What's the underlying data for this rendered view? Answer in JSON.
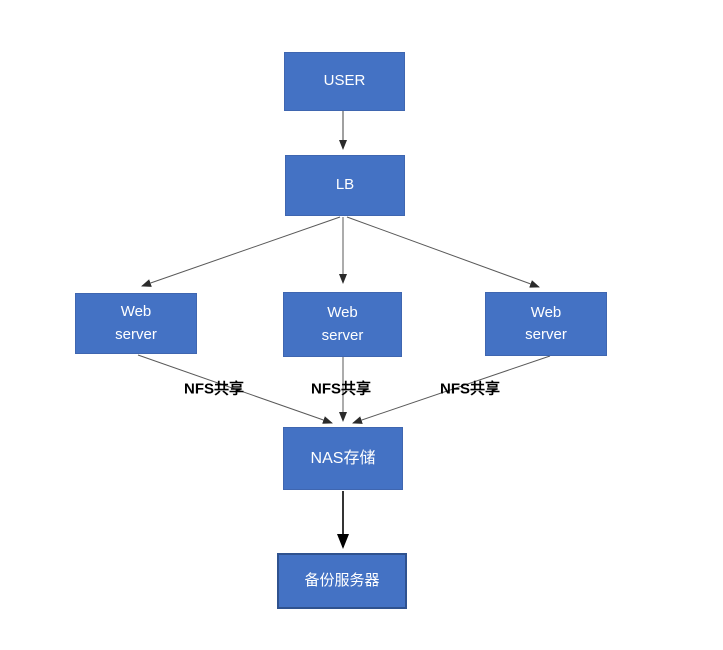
{
  "diagram": {
    "title": "Web cluster with NAS shared storage topology",
    "nodes": {
      "user": {
        "label": "USER"
      },
      "lb": {
        "label": "LB"
      },
      "web1": {
        "label": "Web\nserver"
      },
      "web2": {
        "label": "Web\nserver"
      },
      "web3": {
        "label": "Web\nserver"
      },
      "nas": {
        "label": "NAS存储"
      },
      "backup": {
        "label": "备份服务器"
      }
    },
    "edge_labels": {
      "nfs1": "NFS共享",
      "nfs2": "NFS共享",
      "nfs3": "NFS共享"
    },
    "edges": [
      {
        "from": "user",
        "to": "lb"
      },
      {
        "from": "lb",
        "to": "web1"
      },
      {
        "from": "lb",
        "to": "web2"
      },
      {
        "from": "lb",
        "to": "web3"
      },
      {
        "from": "web1",
        "to": "nas",
        "label": "NFS共享"
      },
      {
        "from": "web2",
        "to": "nas",
        "label": "NFS共享"
      },
      {
        "from": "web3",
        "to": "nas",
        "label": "NFS共享"
      },
      {
        "from": "nas",
        "to": "backup"
      }
    ],
    "colors": {
      "node_fill": "#4472C4",
      "node_text": "#FFFFFF",
      "backup_border": "#2F528F",
      "edge_line": "#595959",
      "arrowhead": "#2b2b2b",
      "edge_label_text": "#000000",
      "background": "#FFFFFF"
    }
  }
}
